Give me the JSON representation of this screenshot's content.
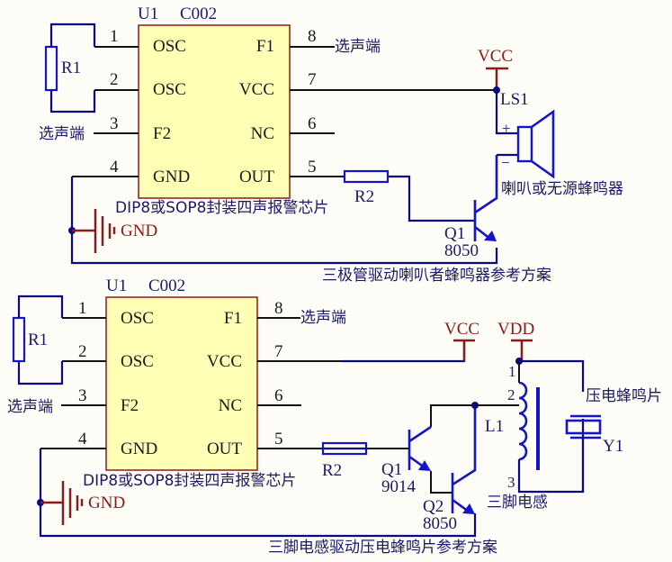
{
  "circuits": [
    {
      "chip": {
        "ref": "U1",
        "part": "C002",
        "pins_left": [
          {
            "num": "1",
            "name": "OSC"
          },
          {
            "num": "2",
            "name": "OSC"
          },
          {
            "num": "3",
            "name": "F2"
          },
          {
            "num": "4",
            "name": "GND"
          }
        ],
        "pins_right": [
          {
            "num": "8",
            "name": "F1"
          },
          {
            "num": "7",
            "name": "VCC"
          },
          {
            "num": "6",
            "name": "NC"
          },
          {
            "num": "5",
            "name": "OUT"
          }
        ],
        "description": "DIP8或SOP8封装四声报警芯片"
      },
      "r1": "R1",
      "r2": "R2",
      "sel_left": "选声端",
      "sel_right": "选声端",
      "gnd": "GND",
      "vcc": "VCC",
      "speaker": {
        "ref": "LS1",
        "plus": "+",
        "minus": "−",
        "desc": "喇叭或无源蜂鸣器"
      },
      "q1": {
        "ref": "Q1",
        "part": "8050"
      },
      "caption": "三极管驱动喇叭者蜂鸣器参考方案"
    },
    {
      "chip": {
        "ref": "U1",
        "part": "C002",
        "pins_left": [
          {
            "num": "1",
            "name": "OSC"
          },
          {
            "num": "2",
            "name": "OSC"
          },
          {
            "num": "3",
            "name": "F2"
          },
          {
            "num": "4",
            "name": "GND"
          }
        ],
        "pins_right": [
          {
            "num": "8",
            "name": "F1"
          },
          {
            "num": "7",
            "name": "VCC"
          },
          {
            "num": "6",
            "name": "NC"
          },
          {
            "num": "5",
            "name": "OUT"
          }
        ],
        "description": "DIP8或SOP8封装四声报警芯片"
      },
      "r1": "R1",
      "r2": "R2",
      "sel_left": "选声端",
      "sel_right": "选声端",
      "gnd": "GND",
      "vcc": "VCC",
      "vdd": "VDD",
      "q1": {
        "ref": "Q1",
        "part": "9014"
      },
      "q2": {
        "ref": "Q2",
        "part": "8050"
      },
      "inductor": {
        "ref": "L1",
        "pins": [
          "1",
          "2",
          "3"
        ],
        "desc": "三脚电感"
      },
      "piezo": {
        "ref": "Y1",
        "desc": "压电蜂鸣片"
      },
      "caption": "三脚电感驱动压电蜂鸣片参考方案"
    }
  ]
}
